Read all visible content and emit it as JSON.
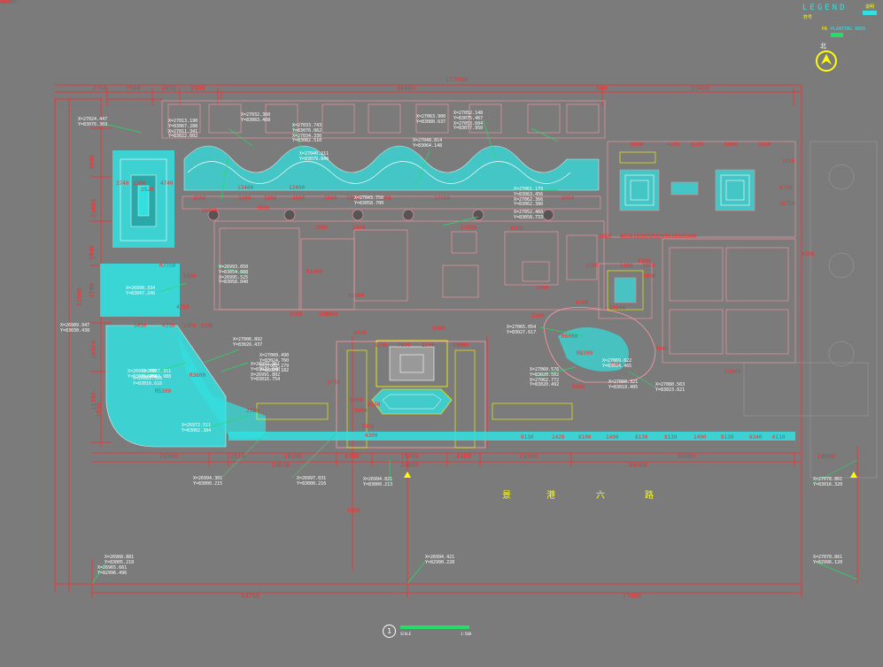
{
  "legend": {
    "title": "LEGEND",
    "header_left": "符号",
    "header_right": "说明",
    "code": "PA",
    "item_label": "PLANTING AREA",
    "north_label": "北"
  },
  "colors": {
    "background": "#7b7b7b",
    "dimension": "#ff2a2a",
    "building": "#ff9aa6",
    "water": "#33e0e0",
    "leader": "#22dd66",
    "highlight": "#ffff00",
    "white": "#ffffff"
  },
  "road_name": [
    "景",
    "港",
    "六",
    "路"
  ],
  "drawing_title": {
    "number": "1",
    "scale_left": "SCALE",
    "scale_right": "1:500"
  },
  "dimensions_top": [
    "3750",
    "7500",
    "4850",
    "6300",
    "88800",
    "500",
    "33450",
    "177600"
  ],
  "dimensions_bottom_row1": [
    "20300",
    "2510",
    "18100",
    "4300",
    "15400",
    "4300",
    "18100",
    "38300",
    "10800"
  ],
  "dimensions_bottom_row2": [
    "18610",
    "24000",
    "84400"
  ],
  "dimensions_bottom_total": [
    "54750",
    "77000"
  ],
  "dimensions_left": [
    "3640",
    "23000",
    "5940",
    "53980",
    "1790",
    "16950",
    "11390",
    "1650"
  ],
  "dimensions_inner": [
    "3740",
    "1300",
    "2520",
    "4740",
    "13480",
    "12400",
    "4200",
    "2400",
    "5800",
    "4900",
    "5800",
    "2800",
    "5900",
    "12500",
    "6350",
    "8000",
    "4200",
    "4200",
    "8000",
    "3400",
    "3180",
    "3960",
    "8390",
    "7800",
    "6300",
    "8430",
    "8150",
    "9600",
    "4300",
    "2900",
    "23800",
    "5450",
    "4350",
    "2350",
    "3200",
    "2150",
    "9000",
    "6750",
    "1700",
    "1500",
    "2300",
    "5480",
    "10500",
    "8130",
    "1420",
    "8100",
    "1490",
    "8130",
    "8130",
    "1490",
    "8130",
    "6340",
    "6110",
    "5480",
    "3040",
    "6750",
    "16750",
    "4500",
    "2650",
    "4650",
    "1650",
    "2650",
    "2650",
    "1650",
    "3000",
    "1850",
    "2500",
    "1480",
    "3950",
    "9800",
    "4200",
    "2200",
    "R5200",
    "R6000",
    "R8200",
    "R1000",
    "R3500",
    "R3600",
    "R4650",
    "R7750",
    "4150",
    "5000",
    "12000",
    "2850",
    "9000",
    "1850",
    "13500",
    "4350",
    "2400",
    "8300",
    "5900",
    "9600",
    "22000"
  ],
  "coordinates": [
    "X=27024.447\nY=83076.303",
    "X=27013.190\nY=83067.288\nX=27011.341\nY=83022.602",
    "X=27032.360\nY=83083.468",
    "X=27033.743\nY=83076.062\nX=27034.330\nY=83082.510",
    "X=27040.211\nY=83079.840",
    "X=27052.148\nY=83075.467\nX=27053.604\nY=83077.950",
    "X=27063.900\nY=83080.637",
    "X=27048.814\nY=83064.148",
    "X=27043.750\nY=83058.700",
    "X=27061.179\nY=83063.456\nX=27062.366\nY=83062.380",
    "X=27052.460\nY=83058.733",
    "X=26993.050\nY=83054.888\nX=26995.525\nY=83058.040",
    "X=26990.334\nY=83047.246",
    "X=26989.947\nY=83030.438",
    "X=27006.892\nY=83026.437",
    "X=27009.490\nY=83024.760\nX=27002.279\nY=83020.182",
    "X=26992.961\nY=83022.840\nX=26991.802\nY=83016.754",
    "X=26993.797\nY=83005.484",
    "X=26972.511\nY=83002.384",
    "X=26997.031\nY=83000.216",
    "X=26994.301\nY=83000.215",
    "X=27065.054\nY=83027.617",
    "X=27060.576\nY=83020.502\nX=27062.772\nY=83020.492",
    "X=27069.822\nY=83024.465",
    "X=27060.321\nY=83019.405",
    "X=27080.563\nY=83023.621",
    "X=26967.311\nY=83003.988",
    "X=26961.591\nY=83016.616",
    "X=26994.821\nY=83000.213",
    "X=27078.861\nY=83016.320",
    "X=26968.881\nY=83005.218",
    "X=26965.661\nY=82996.496",
    "X=26994.421\nY=82990.228",
    "X=27078.861\nY=82996.120"
  ]
}
